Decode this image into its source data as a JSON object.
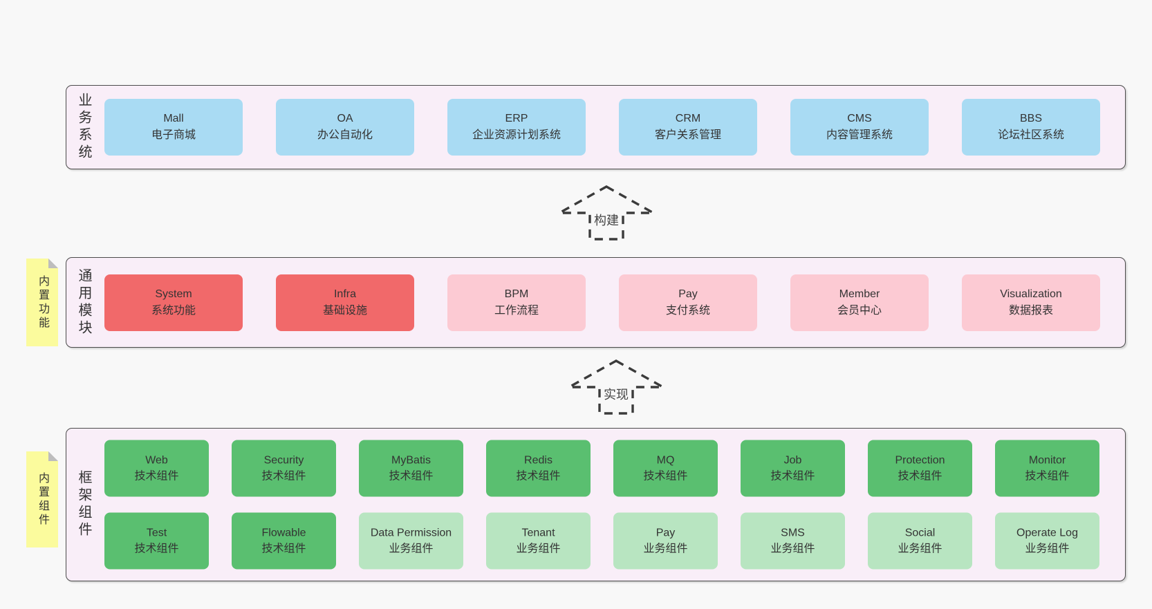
{
  "colors": {
    "page_bg": "#f8f8f8",
    "layer_bg": "#f9eef8",
    "layer_border": "#4a4a4a",
    "business_blue": "#a9dbf3",
    "core_red": "#f1696a",
    "optional_pink": "#fccad3",
    "tech_green": "#5abf70",
    "biz_green": "#b8e5c1",
    "note_yellow": "#fbfb9d",
    "note_fold": "#bdbdbd",
    "arrow_stroke": "#3b3b3b",
    "text": "#333333"
  },
  "arrows": [
    {
      "label": "构建"
    },
    {
      "label": "实现"
    }
  ],
  "layers": [
    {
      "label": "业务系统",
      "boxes": [
        {
          "name": "Mall",
          "desc": "电子商城",
          "type": "blue"
        },
        {
          "name": "OA",
          "desc": "办公自动化",
          "type": "blue"
        },
        {
          "name": "ERP",
          "desc": "企业资源计划系统",
          "type": "blue"
        },
        {
          "name": "CRM",
          "desc": "客户关系管理",
          "type": "blue"
        },
        {
          "name": "CMS",
          "desc": "内容管理系统",
          "type": "blue"
        },
        {
          "name": "BBS",
          "desc": "论坛社区系统",
          "type": "blue"
        }
      ]
    },
    {
      "label": "通用模块",
      "note": "内置功能",
      "boxes": [
        {
          "name": "System",
          "desc": "系统功能",
          "type": "red"
        },
        {
          "name": "Infra",
          "desc": "基础设施",
          "type": "red"
        },
        {
          "name": "BPM",
          "desc": "工作流程",
          "type": "pink"
        },
        {
          "name": "Pay",
          "desc": "支付系统",
          "type": "pink"
        },
        {
          "name": "Member",
          "desc": "会员中心",
          "type": "pink"
        },
        {
          "name": "Visualization",
          "desc": "数据报表",
          "type": "pink"
        }
      ]
    },
    {
      "label": "框架组件",
      "note": "内置组件",
      "boxes": [
        {
          "name": "Web",
          "desc": "技术组件",
          "type": "green"
        },
        {
          "name": "Security",
          "desc": "技术组件",
          "type": "green"
        },
        {
          "name": "MyBatis",
          "desc": "技术组件",
          "type": "green"
        },
        {
          "name": "Redis",
          "desc": "技术组件",
          "type": "green"
        },
        {
          "name": "MQ",
          "desc": "技术组件",
          "type": "green"
        },
        {
          "name": "Job",
          "desc": "技术组件",
          "type": "green"
        },
        {
          "name": "Protection",
          "desc": "技术组件",
          "type": "green"
        },
        {
          "name": "Monitor",
          "desc": "技术组件",
          "type": "green"
        },
        {
          "name": "Test",
          "desc": "技术组件",
          "type": "green"
        },
        {
          "name": "Flowable",
          "desc": "技术组件",
          "type": "green"
        },
        {
          "name": "Data Permission",
          "desc": "业务组件",
          "type": "lightgreen"
        },
        {
          "name": "Tenant",
          "desc": "业务组件",
          "type": "lightgreen"
        },
        {
          "name": "Pay",
          "desc": "业务组件",
          "type": "lightgreen"
        },
        {
          "name": "SMS",
          "desc": "业务组件",
          "type": "lightgreen"
        },
        {
          "name": "Social",
          "desc": "业务组件",
          "type": "lightgreen"
        },
        {
          "name": "Operate Log",
          "desc": "业务组件",
          "type": "lightgreen"
        }
      ]
    }
  ]
}
